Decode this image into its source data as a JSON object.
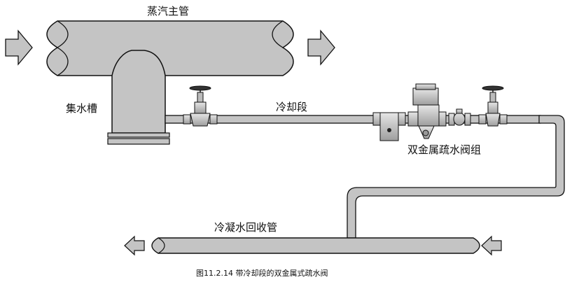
{
  "labels": {
    "steam_main": "蒸汽主管",
    "collecting_tank": "集水槽",
    "cooling_section": "冷却段",
    "trap_group": "双金属疏水阀组",
    "condensate_return": "冷凝水回收管"
  },
  "caption": "图11.2.14  带冷却段的双金属式疏水阀",
  "colors": {
    "pipe_fill": "#c4c4c4",
    "outline": "#111111",
    "background": "#ffffff"
  }
}
